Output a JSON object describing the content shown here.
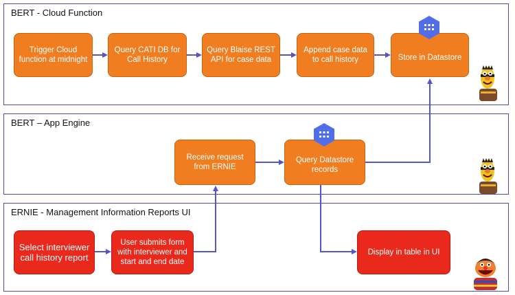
{
  "lanes": {
    "cloud_function": {
      "title": "BERT - Cloud Function"
    },
    "app_engine": {
      "title": "BERT – App Engine"
    },
    "ernie": {
      "title": "ERNIE - Management Information Reports UI"
    }
  },
  "boxes": {
    "trigger": "Trigger Cloud function at midnight",
    "query_cati": "Query CATI DB for Call History",
    "query_blaise": "Query Blaise REST API for case data",
    "append_case": "Append case data to call history",
    "store_datastore": "Store in Datastore",
    "receive_request": "Receive request from ERNIE",
    "query_datastore": "Query Datastore records",
    "select_report": "Select interviewer call history report",
    "user_submits": "User submits form with interviewer and start and end date",
    "display_table": "Display in table in UI"
  },
  "icons": {
    "datastore": "datastore-hexagon-icon",
    "bert": "bert-mascot-icon",
    "ernie": "ernie-mascot-icon"
  },
  "colors": {
    "orange": "#f07d1f",
    "red": "#e8291c",
    "arrow": "#5555c8",
    "lane_border": "#4a4ab0",
    "hex_blue": "#4f6ee8"
  }
}
